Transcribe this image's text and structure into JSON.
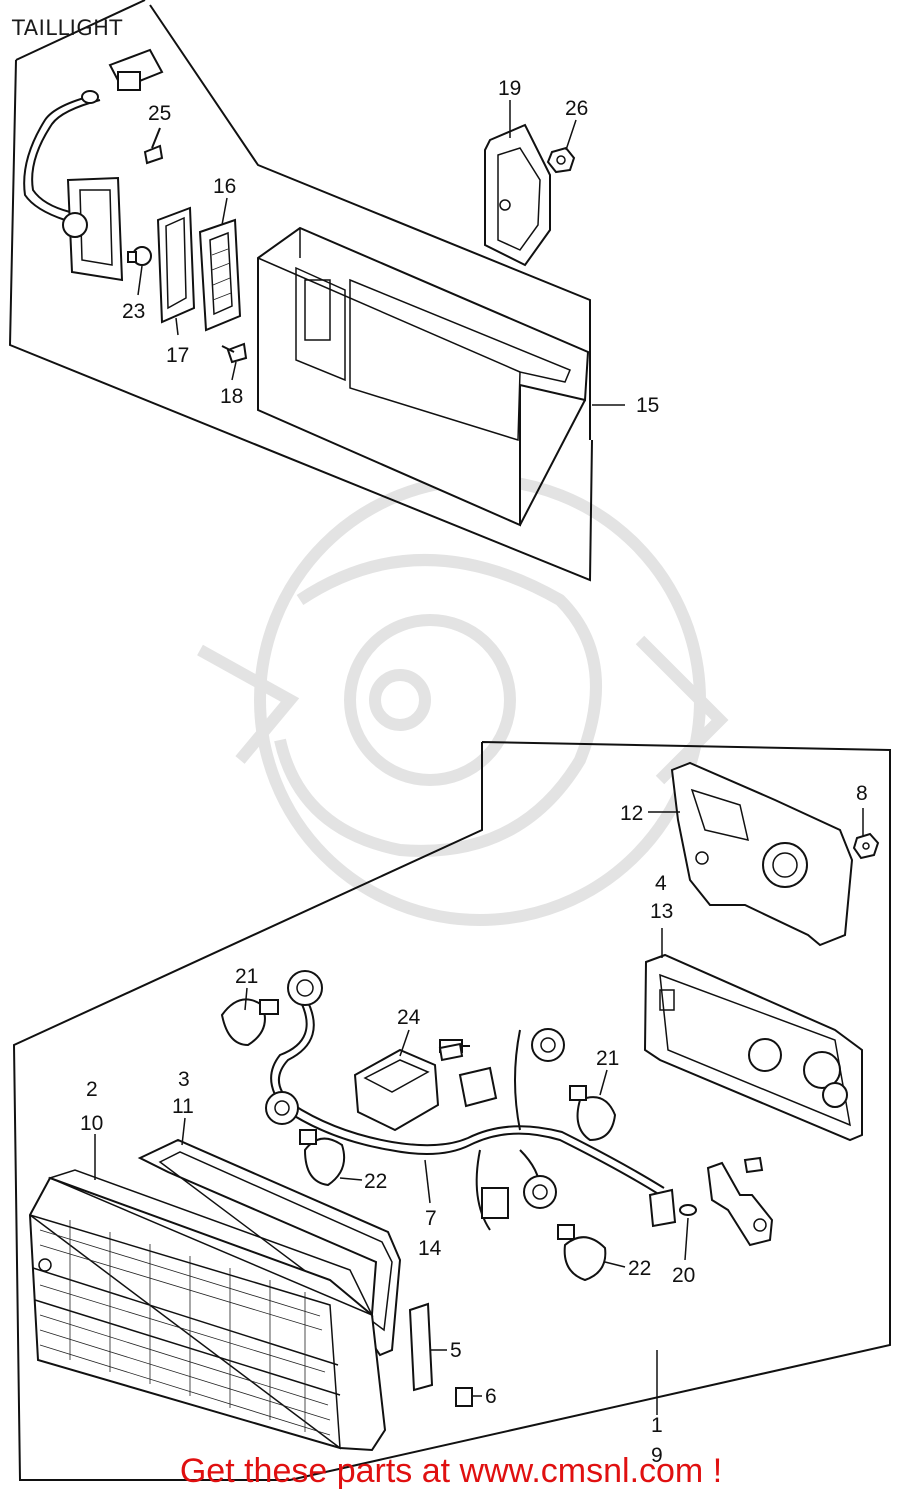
{
  "title": "TAILLIGHT",
  "footer": "Get these parts at www.cmsnl.com !",
  "colors": {
    "footer_text": "#e01010",
    "line": "#111111",
    "watermark": "#e3e3e3"
  },
  "callouts": {
    "p1": "1",
    "p2": "2",
    "p3": "3",
    "p4": "4",
    "p5": "5",
    "p6": "6",
    "p7": "7",
    "p8": "8",
    "p9": "9",
    "p10": "10",
    "p11": "11",
    "p12": "12",
    "p13": "13",
    "p14": "14",
    "p15": "15",
    "p16": "16",
    "p17": "17",
    "p18": "18",
    "p19": "19",
    "p20": "20",
    "p21a": "21",
    "p21b": "21",
    "p22a": "22",
    "p22b": "22",
    "p23": "23",
    "p24": "24",
    "p25": "25",
    "p26": "26"
  }
}
